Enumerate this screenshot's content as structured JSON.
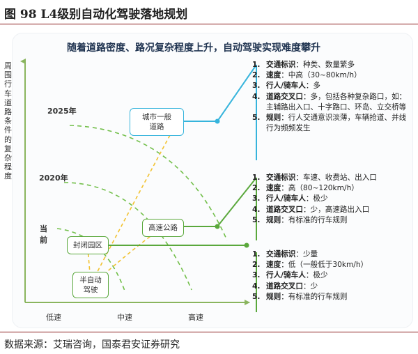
{
  "figure_title": "图 98 L4级别自动化驾驶落地规划",
  "headline": "随着道路密度、路况复杂程度上升，自动驾驶实现难度攀升",
  "y_axis_label": "周围行车道路条件的复杂程度",
  "levels": {
    "y2025": "2025年",
    "y2020": "2020年",
    "now_line1": "当",
    "now_line2": "前"
  },
  "x_axis_ticks": [
    "低速",
    "中速",
    "高速"
  ],
  "scenarios": {
    "urban": "城市一般道路",
    "highway": "高速公路",
    "park": "封闭园区",
    "semi": "半自动驾驶"
  },
  "attribute_groups": [
    {
      "color": "#36b4dc",
      "items": [
        {
          "num": "1.",
          "key": "交通标识",
          "value": "：种类、数量繁多"
        },
        {
          "num": "2.",
          "key": "速度",
          "value": "：中高（30~80km/h）"
        },
        {
          "num": "3.",
          "key": "行人/骑车人",
          "value": "：多"
        },
        {
          "num": "4.",
          "key": "道路交叉口",
          "value": "：多，包括各种复杂路口，如：主辅路出入口、十字路口、环岛、立交桥等"
        },
        {
          "num": "5.",
          "key": "规则",
          "value": "：行人交通意识淡薄，车辆抢道、并线行为频频发生"
        }
      ]
    },
    {
      "color": "#5aa83c",
      "items": [
        {
          "num": "1.",
          "key": "交通标识",
          "value": "：车速、收费站、出入口"
        },
        {
          "num": "2.",
          "key": "速度",
          "value": "：高（80~120km/h）"
        },
        {
          "num": "3.",
          "key": "行人/骑车人",
          "value": "：极少"
        },
        {
          "num": "4.",
          "key": "道路交叉口",
          "value": "：少，高速路出入口"
        },
        {
          "num": "5.",
          "key": "规则",
          "value": "：有标准的行车规则"
        }
      ]
    },
    {
      "color": "#5aa83c",
      "items": [
        {
          "num": "1.",
          "key": "交通标识",
          "value": "：少量"
        },
        {
          "num": "2.",
          "key": "速度",
          "value": "：低（一般低于30km/h）"
        },
        {
          "num": "3.",
          "key": "行人/骑车人",
          "value": "：极少"
        },
        {
          "num": "4.",
          "key": "道路交叉口",
          "value": "：少"
        },
        {
          "num": "5.",
          "key": "规则",
          "value": "：有标准的行车规则"
        }
      ]
    }
  ],
  "source": "数据来源：艾瑞咨询，国泰君安证券研究",
  "colors": {
    "blue": "#36b4dc",
    "green": "#5aa83c",
    "yellow": "#f2c230",
    "arc_green": "#72bf4a",
    "rule": "#8a1c1c"
  }
}
